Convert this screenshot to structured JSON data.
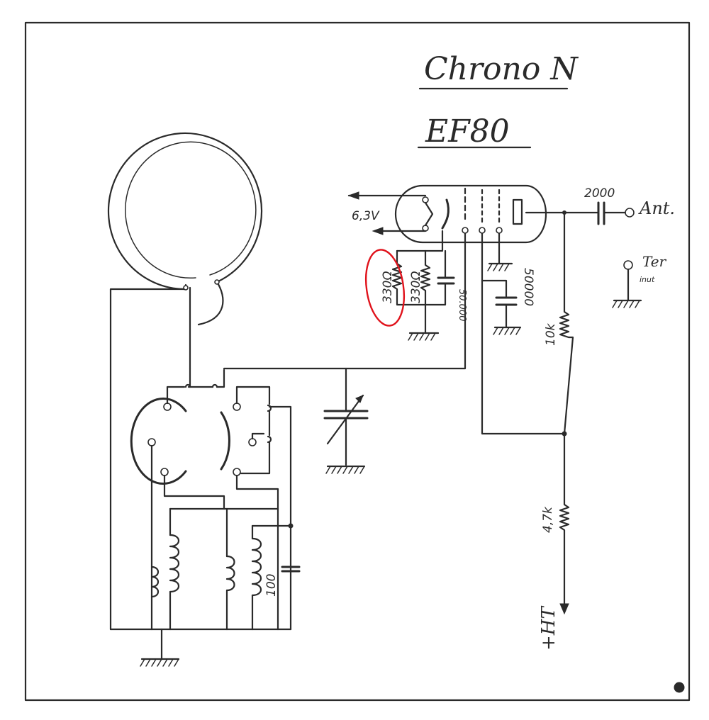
{
  "title": {
    "line1": "Chrono N",
    "line2": "EF80"
  },
  "labels": {
    "heater_voltage": "6,3V",
    "cathode_resistor": "330Ω",
    "cathode_resistor_2": "330Ω",
    "cathode_cap": "50.000",
    "screen_cap": "50000",
    "anode_resistor": "10k",
    "anode_cap": "2000",
    "antenna": "Ant.",
    "earth": "Ter",
    "earth_note": "inut",
    "supply_resistor": "4,7k",
    "hv": "+HT",
    "coil_marker": "100"
  },
  "colors": {
    "ink": "#2a2a2a",
    "highlight": "#e0121b",
    "paper": "#ffffff"
  }
}
